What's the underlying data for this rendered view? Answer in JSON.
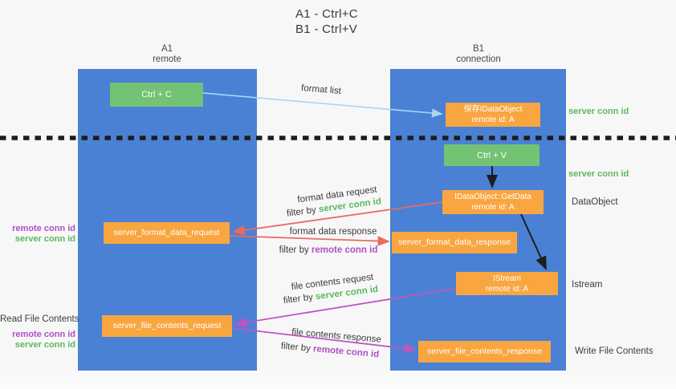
{
  "title": {
    "line1": "A1 - Ctrl+C",
    "line2": "B1 - Ctrl+V"
  },
  "columns": {
    "left": {
      "name": "A1",
      "role": "remote"
    },
    "right": {
      "name": "B1",
      "role": "connection"
    }
  },
  "nodes": {
    "ctrl_c": {
      "label": "Ctrl + C"
    },
    "ctrl_v": {
      "label": "Ctrl + V"
    },
    "save_idataobject": {
      "line1": "保存IDataObject",
      "line2": "remote id: A"
    },
    "getdata": {
      "line1": "IDataObject::GetData",
      "line2": "remote id: A"
    },
    "istream": {
      "line1": "IStream",
      "line2": "remote id: A"
    },
    "format_request": {
      "label": "server_format_data_request"
    },
    "format_response": {
      "label": "server_format_data_response"
    },
    "file_request": {
      "label": "server_file_contents_request"
    },
    "file_response": {
      "label": "server_file_contents_response"
    }
  },
  "arrow_labels": {
    "format_list": "format list",
    "format_data_request": "format data request",
    "format_data_response": "format data response",
    "file_contents_request": "file contents request",
    "file_contents_response": "file contents response",
    "filter_by": "filter by ",
    "server_conn_id": "server conn id",
    "remote_conn_id": "remote conn id"
  },
  "side_labels": {
    "server_conn_id_a": "server conn id",
    "server_conn_id_b": "server conn id",
    "dataobject": "DataObject",
    "istream": "Istream",
    "write_file_contents": "Write File Contents",
    "read_file_contents": "Read File Contents",
    "remote_conn_id_1": "remote conn id",
    "server_conn_id_1": "server conn id",
    "remote_conn_id_2": "remote conn id",
    "server_conn_id_2": "server conn id"
  },
  "colors": {
    "bg": "#f7f7f8",
    "column_blue": "#4a81d4",
    "box_green": "#74c274",
    "box_orange": "#f9a640",
    "arrow_lightblue": "#a9d7f2",
    "arrow_red": "#ea6a5e",
    "arrow_magenta": "#c253c2",
    "arrow_black": "#1d1d1d",
    "text_green": "#5cb85c",
    "text_purple": "#b04fc4",
    "text_dark": "#3c3c3c"
  }
}
